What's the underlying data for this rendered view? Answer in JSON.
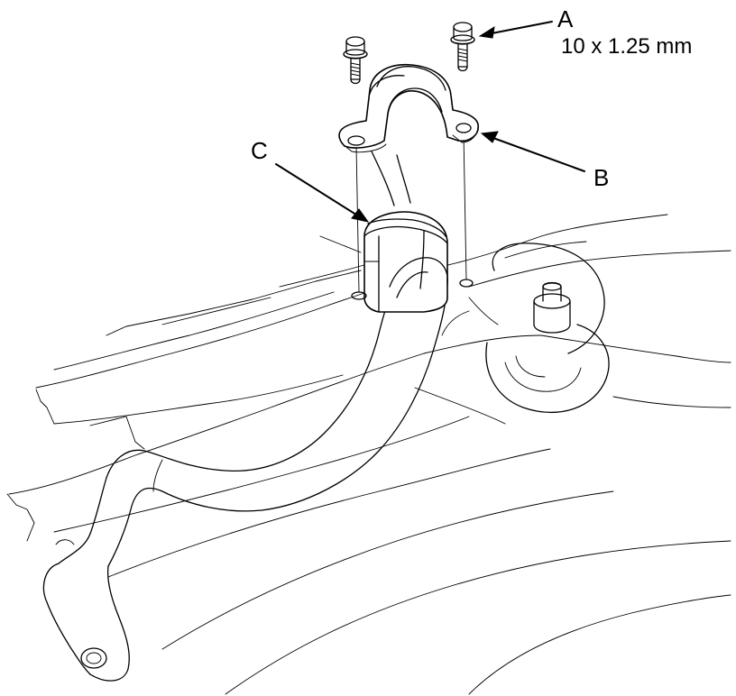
{
  "callouts": {
    "a": {
      "letter": "A",
      "spec": "10 x 1.25 mm"
    },
    "b": {
      "letter": "B"
    },
    "c": {
      "letter": "C"
    }
  }
}
